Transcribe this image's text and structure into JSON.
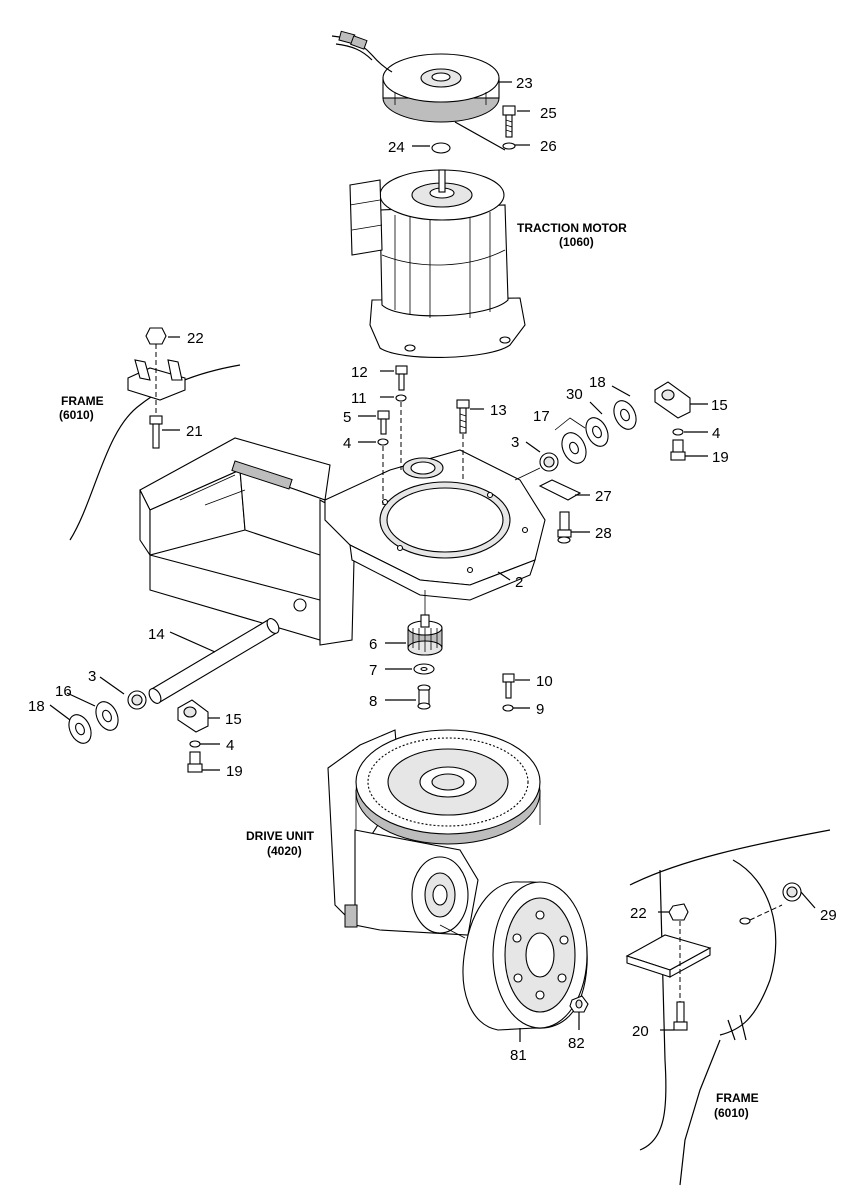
{
  "diagram": {
    "captions": {
      "traction_motor": [
        "TRACTION MOTOR",
        "(1060)"
      ],
      "frame_left": [
        "FRAME",
        "(6010)"
      ],
      "drive_unit": [
        "DRIVE UNIT",
        "(4020)"
      ],
      "frame_right": [
        "FRAME",
        "(6010)"
      ]
    },
    "part_numbers": {
      "p23": "23",
      "p25": "25",
      "p24": "24",
      "p26": "26",
      "p22a": "22",
      "p21": "21",
      "p12": "12",
      "p11": "11",
      "p13": "13",
      "p5": "5",
      "p4a": "4",
      "p18a": "18",
      "p30": "30",
      "p17": "17",
      "p15a": "15",
      "p4b": "4",
      "p19a": "19",
      "p3a": "3",
      "p27": "27",
      "p28": "28",
      "p2": "2",
      "p14": "14",
      "p6": "6",
      "p7": "7",
      "p10": "10",
      "p8": "8",
      "p9": "9",
      "p3b": "3",
      "p16": "16",
      "p18b": "18",
      "p15b": "15",
      "p4c": "4",
      "p19b": "19",
      "p22b": "22",
      "p29": "29",
      "p20": "20",
      "p81": "81",
      "p82": "82"
    }
  }
}
